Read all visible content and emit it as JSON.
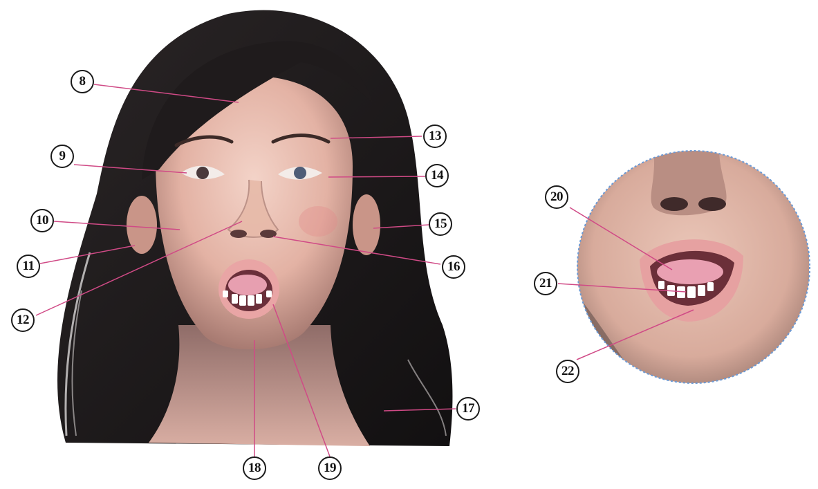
{
  "figure": {
    "head_image": "head-illustration",
    "inset_image": "mouth-closeup-inset",
    "leader_line_color": "#d04a86",
    "inset_border_color": "#6a9ad6"
  },
  "callouts": [
    {
      "id": "c8",
      "label": "8"
    },
    {
      "id": "c9",
      "label": "9"
    },
    {
      "id": "c10",
      "label": "10"
    },
    {
      "id": "c11",
      "label": "11"
    },
    {
      "id": "c12",
      "label": "12"
    },
    {
      "id": "c13",
      "label": "13"
    },
    {
      "id": "c14",
      "label": "14"
    },
    {
      "id": "c15",
      "label": "15"
    },
    {
      "id": "c16",
      "label": "16"
    },
    {
      "id": "c17",
      "label": "17"
    },
    {
      "id": "c18",
      "label": "18"
    },
    {
      "id": "c19",
      "label": "19"
    },
    {
      "id": "c20",
      "label": "20"
    },
    {
      "id": "c21",
      "label": "21"
    },
    {
      "id": "c22",
      "label": "22"
    }
  ]
}
